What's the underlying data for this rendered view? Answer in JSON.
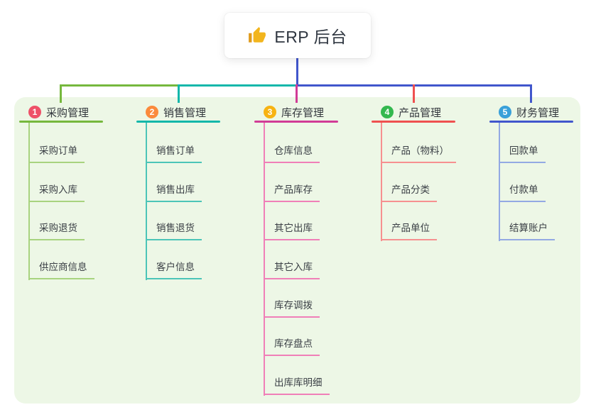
{
  "page": {
    "background": "#ffffff",
    "panel_background": "#edf7e6"
  },
  "root": {
    "title": "ERP 后台",
    "icon": "thumbs-up-icon",
    "icon_color": "#f2b51d",
    "connector_color": "#4156cc"
  },
  "branches": [
    {
      "badge": "1",
      "label": "采购管理",
      "colors": {
        "badge": "#ee5168",
        "line": "#76b83d",
        "line_light": "#a8d37f"
      },
      "children": [
        "采购订单",
        "采购入库",
        "采购退货",
        "供应商信息"
      ]
    },
    {
      "badge": "2",
      "label": "销售管理",
      "colors": {
        "badge": "#fb8a3c",
        "line": "#12b7aa",
        "line_light": "#4cc5b8"
      },
      "children": [
        "销售订单",
        "销售出库",
        "销售退货",
        "客户信息"
      ]
    },
    {
      "badge": "3",
      "label": "库存管理",
      "colors": {
        "badge": "#f7b312",
        "line": "#d13b96",
        "line_light": "#f07fb8"
      },
      "children": [
        "仓库信息",
        "产品库存",
        "其它出库",
        "其它入库",
        "库存调拨",
        "库存盘点",
        "出库库明细"
      ]
    },
    {
      "badge": "4",
      "label": "产品管理",
      "colors": {
        "badge": "#33b84e",
        "line": "#ef5050",
        "line_light": "#f69090"
      },
      "children": [
        "产品（物料）",
        "产品分类",
        "产品单位"
      ]
    },
    {
      "badge": "5",
      "label": "财务管理",
      "colors": {
        "badge": "#39a0d9",
        "line": "#4156cc",
        "line_light": "#93a9e3"
      },
      "children": [
        "回款单",
        "付款单",
        "结算账户"
      ]
    }
  ]
}
